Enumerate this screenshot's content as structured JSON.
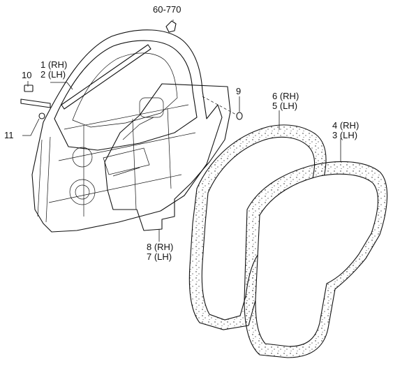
{
  "labels": {
    "ref_60_770": "60-770",
    "p1": "1 (RH)",
    "p2": "2 (LH)",
    "p10": "10",
    "p11": "11",
    "p9": "9",
    "p6": "6 (RH)",
    "p5": "5 (LH)",
    "p4": "4 (RH)",
    "p3": "3 (LH)",
    "p8": "8 (RH)",
    "p7": "7 (LH)"
  }
}
